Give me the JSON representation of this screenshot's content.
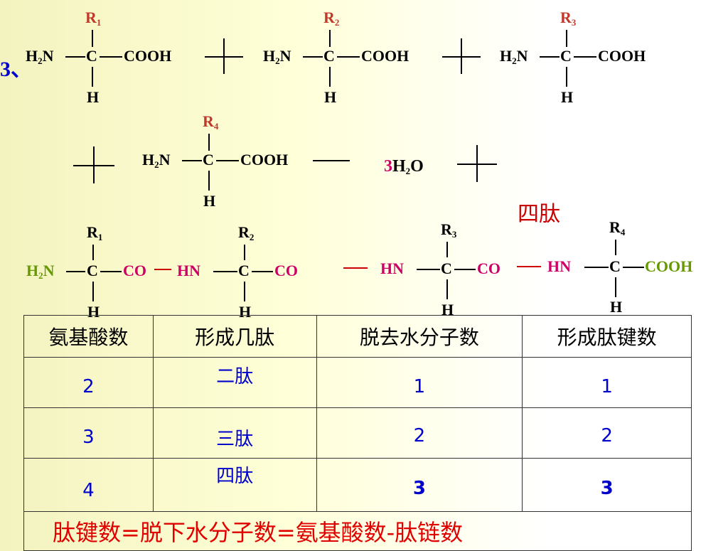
{
  "bullet": "3、",
  "amino_acids": [
    {
      "r": "R",
      "r_sub": "1"
    },
    {
      "r": "R",
      "r_sub": "2"
    },
    {
      "r": "R",
      "r_sub": "3"
    },
    {
      "r": "R",
      "r_sub": "4"
    }
  ],
  "labels": {
    "h2n": "H",
    "h2n_sub": "2",
    "n": "N",
    "c": "C",
    "cooh": "COOH",
    "h": "H",
    "co": "CO",
    "hn": "HN"
  },
  "water": {
    "coef": "3",
    "h": "H",
    "sub": "2",
    "o": "O"
  },
  "product_name": "四肽",
  "table": {
    "headers": [
      "氨基酸数",
      "形成几肽",
      "脱去水分子数",
      "形成肽键数"
    ],
    "rows": [
      [
        "2",
        "二肽",
        "1",
        "1"
      ],
      [
        "3",
        "三肽",
        "2",
        "2"
      ],
      [
        "4",
        "四肽",
        "3",
        "3"
      ]
    ],
    "formula": "肽键数=脱下水分子数=氨基酸数-肽链数"
  },
  "colors": {
    "r_label": "#c0392b",
    "peptide_bond": "#cc0066",
    "amino_end": "#669900",
    "table_values": "#0000cc",
    "formula": "#e00000"
  }
}
